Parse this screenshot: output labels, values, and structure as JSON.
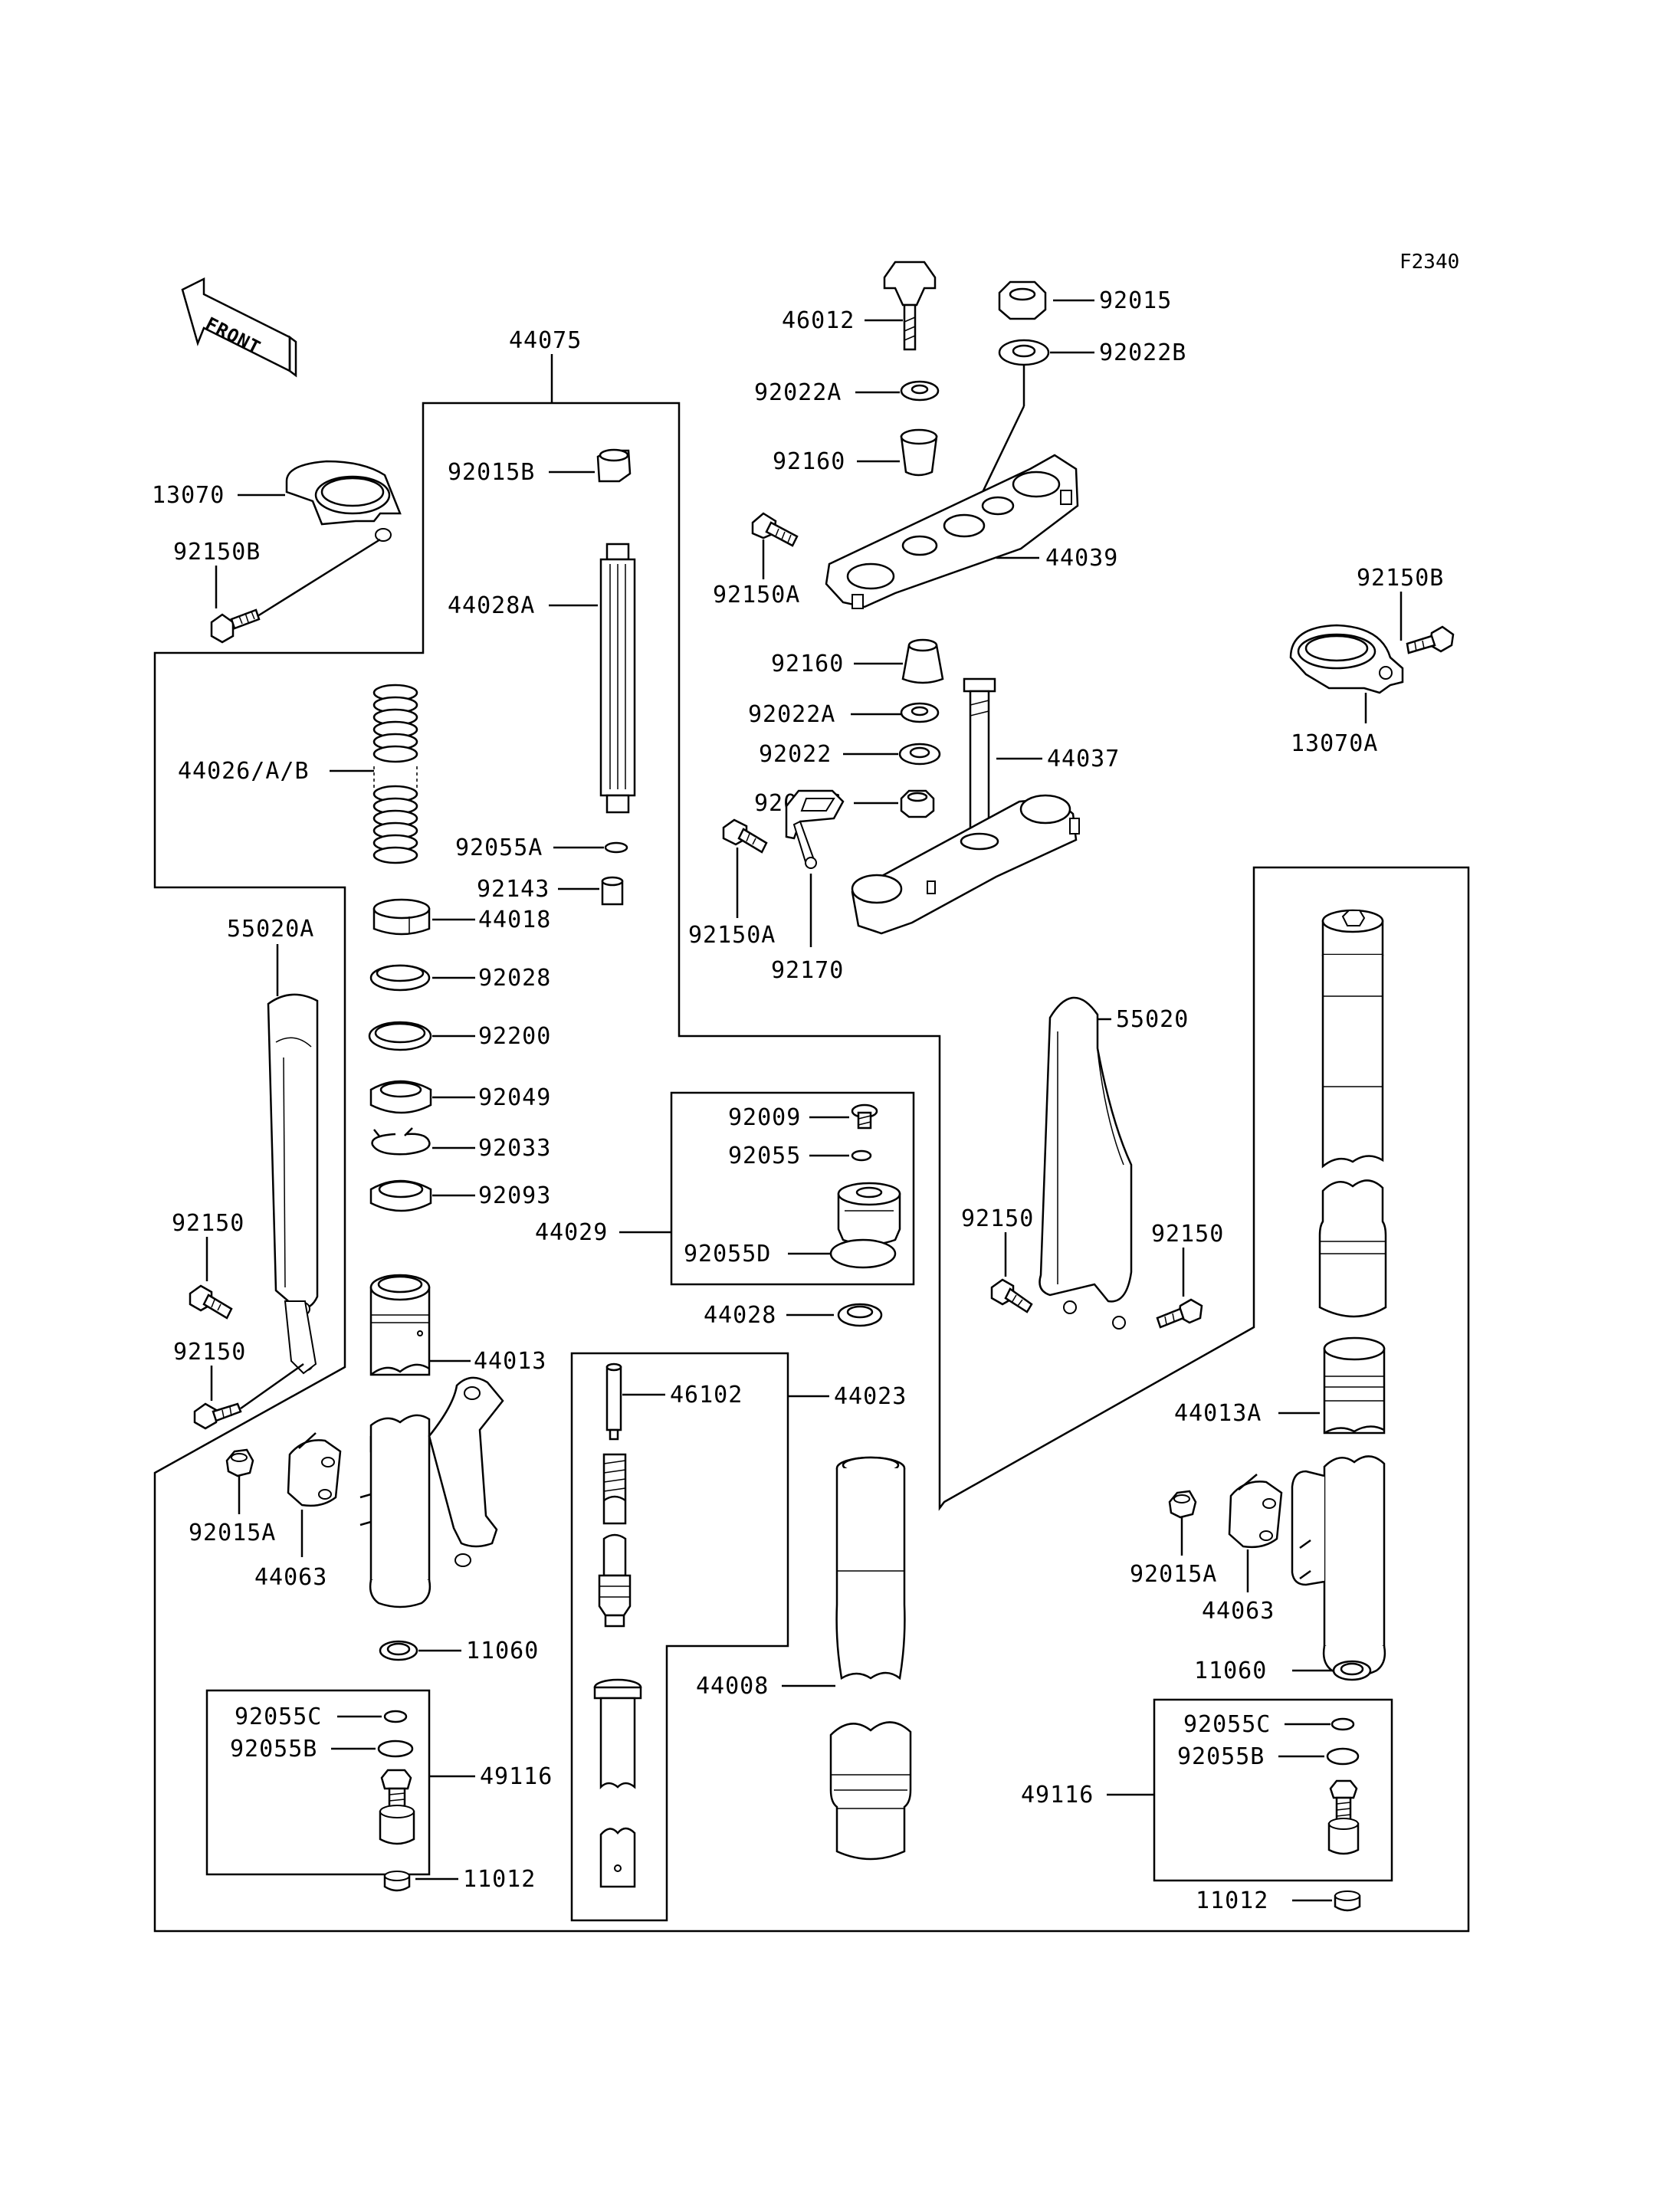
{
  "figure_code": "F2340",
  "front_arrow_label": "FRONT",
  "labels": {
    "l44075": "44075",
    "l46012": "46012",
    "l92015": "92015",
    "l92022B": "92022B",
    "l92022A_top": "92022A",
    "l92160_top": "92160",
    "l44039": "44039",
    "l92150A_top": "92150A",
    "l92015B": "92015B",
    "l44028A": "44028A",
    "l13070": "13070",
    "l92150B_left": "92150B",
    "l92150B_right": "92150B",
    "l13070A": "13070A",
    "l92160_mid": "92160",
    "l92022A_mid": "92022A",
    "l92022": "92022",
    "l44037": "44037",
    "l92015C": "92015C",
    "l92150A_mid": "92150A",
    "l92170": "92170",
    "l44026": "44026/A/B",
    "l92055A": "92055A",
    "l92143": "92143",
    "l44018": "44018",
    "l55020A": "55020A",
    "l92028": "92028",
    "l92200": "92200",
    "l92049": "92049",
    "l92033": "92033",
    "l92093": "92093",
    "l92009": "92009",
    "l92055": "92055",
    "l44029": "44029",
    "l92055D": "92055D",
    "l44028": "44028",
    "l55020": "55020",
    "l92150_l1": "92150",
    "l92150_l2": "92150",
    "l92150_r1": "92150",
    "l92150_r2": "92150",
    "l44013": "44013",
    "l46102": "46102",
    "l44023": "44023",
    "l44013A": "44013A",
    "l92015A_left": "92015A",
    "l44063_left": "44063",
    "l92015A_right": "92015A",
    "l44063_right": "44063",
    "l11060_left": "11060",
    "l11060_right": "11060",
    "l44008": "44008",
    "l92055C_left": "92055C",
    "l92055B_left": "92055B",
    "l49116_left": "49116",
    "l92055C_right": "92055C",
    "l92055B_right": "92055B",
    "l49116_right": "49116",
    "l11012_left": "11012",
    "l11012_right": "11012"
  }
}
